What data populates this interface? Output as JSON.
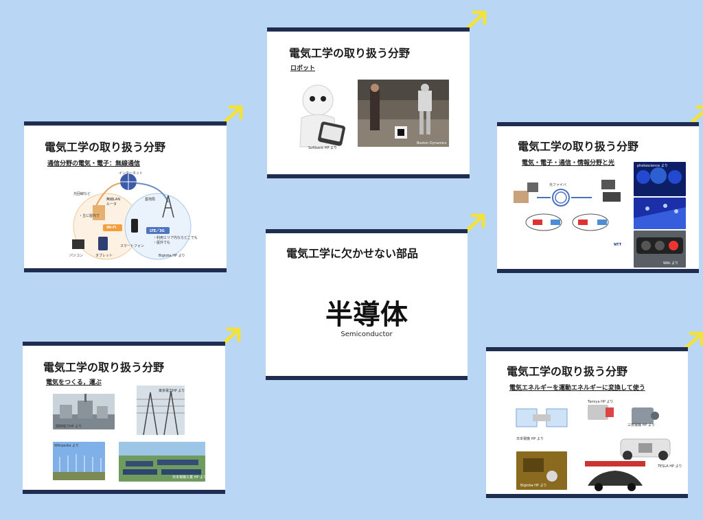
{
  "slides": {
    "robot": {
      "title": "電気工学の取り扱う分野",
      "subtitle": "ロボット",
      "captions": [
        "Softbank HP より",
        "Boston Dynamics"
      ]
    },
    "comm": {
      "title": "電気工学の取り扱う分野",
      "subtitle": "通信分野の電気・電子：無線通信",
      "labels": [
        "インターネット",
        "光回線など",
        "無線LAN\nルータ",
        "基地局",
        "・主に屋内で",
        "Wi-Fi",
        "LTE／3G",
        "・利用エリア内ならどこでも\n・屋外でも",
        "スマートフォン",
        "パソコン",
        "タブレット",
        "Bigloba HP より"
      ]
    },
    "center": {
      "title": "電気工学に欠かせない部品",
      "main": "半導体",
      "english": "Semiconductor"
    },
    "optical": {
      "title": "電気工学の取り扱う分野",
      "subtitle": "電気・電子・通信・情報分野と光",
      "labels": [
        "光ファイバ",
        "NTT",
        "photoscience より",
        "Wiki より"
      ]
    },
    "power": {
      "title": "電気工学の取り扱う分野",
      "subtitle": "電気をつくる，運ぶ",
      "captions": [
        "関西電力HP より",
        "東京電力HP より",
        "Wikipedia より",
        "日本電機工業 HP より"
      ]
    },
    "motor": {
      "title": "電気工学の取り扱う分野",
      "subtitle": "電気エネルギーを運動エネルギーに変換して使う",
      "captions": [
        "Tamiya HP より",
        "三菱電機 HP より",
        "日本電機 HP より",
        "TESLA HP より",
        "Bigloba HP より"
      ]
    }
  },
  "colors": {
    "background": "#b9d7f5",
    "slide_border": "#1f2d50",
    "arrow": "#f2e23b"
  }
}
